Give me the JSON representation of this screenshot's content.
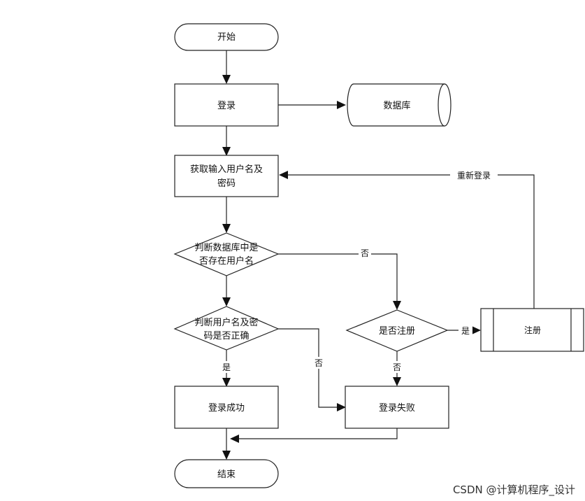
{
  "nodes": {
    "start": "开始",
    "login": "登录",
    "database": "数据库",
    "get_input_line1": "获取输入用户名及",
    "get_input_line2": "密码",
    "check_user_line1": "判断数据库中是",
    "check_user_line2": "否存在用户名",
    "check_pwd_line1": "判断用户名及密",
    "check_pwd_line2": "码是否正确",
    "register_q": "是否注册",
    "register": "注册",
    "login_success": "登录成功",
    "login_fail": "登录失败",
    "end": "结束"
  },
  "edge_labels": {
    "relogin": "重新登录",
    "user_not_exist": "否",
    "pwd_correct": "是",
    "pwd_wrong": "否",
    "register_yes": "是",
    "register_no": "否"
  },
  "watermark": "CSDN @计算机程序_设计"
}
